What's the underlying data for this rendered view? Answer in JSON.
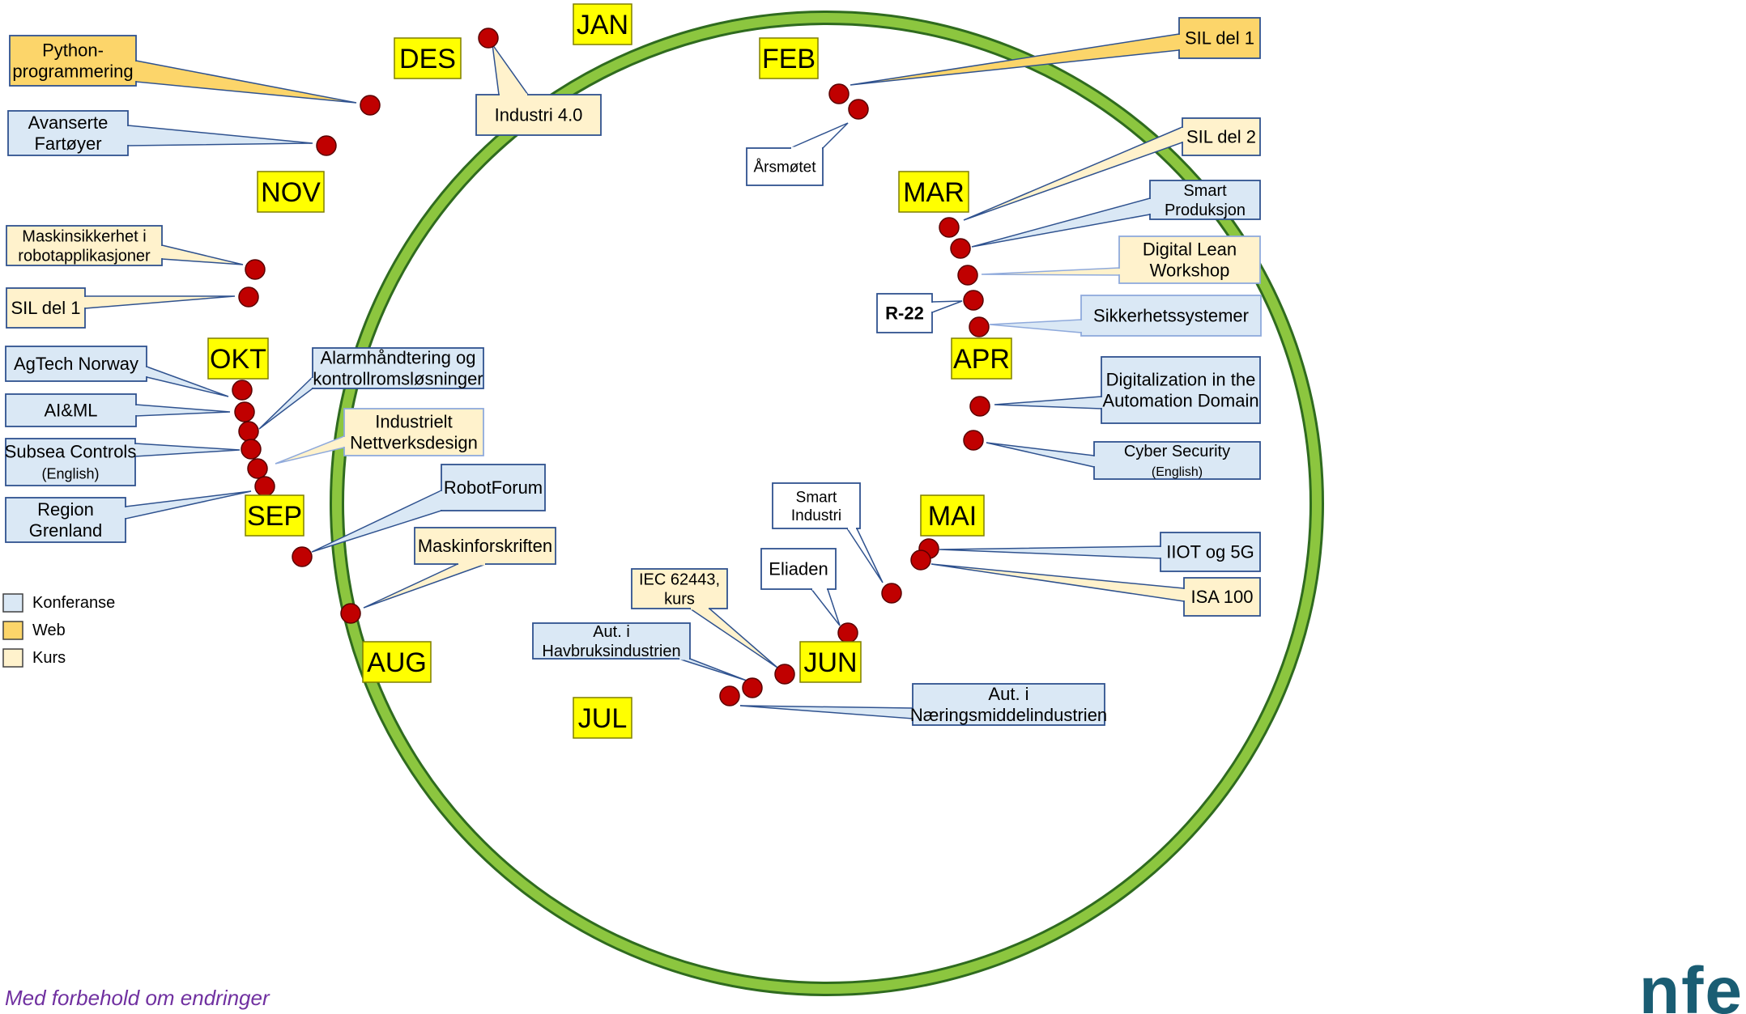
{
  "colors": {
    "ring": "#8cc63f",
    "ring_outline": "#2f6b1f",
    "dot": "#c00000",
    "month_box": "#ffff00",
    "konferanse": "#dae8f5",
    "web": "#fcd56a",
    "kurs": "#fff2cc",
    "plain": "#ffffff",
    "border_dark": "#2f528f",
    "border_light": "#8faadc",
    "footer": "#7030a0",
    "logo": "#1a5d73"
  },
  "months": [
    "JAN",
    "FEB",
    "MAR",
    "APR",
    "MAI",
    "JUN",
    "JUL",
    "AUG",
    "SEP",
    "OKT",
    "NOV",
    "DES"
  ],
  "callouts": [
    {
      "text": [
        "Python-",
        "programmering"
      ],
      "type": "web"
    },
    {
      "text": [
        "Avanserte",
        "Fartøyer"
      ],
      "type": "konferanse"
    },
    {
      "text": [
        "Industri 4.0"
      ],
      "type": "kurs"
    },
    {
      "text": [
        "SIL del 1"
      ],
      "type": "web"
    },
    {
      "text": [
        "Årsmøtet"
      ],
      "type": "plain"
    },
    {
      "text": [
        "SIL del 2"
      ],
      "type": "kurs"
    },
    {
      "text": [
        "Smart",
        "Produksjon"
      ],
      "type": "konferanse"
    },
    {
      "text": [
        "Digital Lean",
        "Workshop"
      ],
      "type": "kurs"
    },
    {
      "text": [
        "R-22"
      ],
      "type": "plain"
    },
    {
      "text": [
        "Sikkerhetssystemer"
      ],
      "type": "konferanse"
    },
    {
      "text": [
        "Digitalization in the",
        "Automation Domain"
      ],
      "type": "konferanse"
    },
    {
      "text": [
        "Cyber Security",
        "(English)"
      ],
      "type": "konferanse"
    },
    {
      "text": [
        "Smart",
        "Industri"
      ],
      "type": "plain"
    },
    {
      "text": [
        "IIOT og 5G"
      ],
      "type": "konferanse"
    },
    {
      "text": [
        "ISA 100"
      ],
      "type": "kurs"
    },
    {
      "text": [
        "Eliaden"
      ],
      "type": "plain"
    },
    {
      "text": [
        "IEC 62443,",
        "kurs"
      ],
      "type": "kurs"
    },
    {
      "text": [
        "Aut. i",
        "Havbruksindustrien"
      ],
      "type": "konferanse"
    },
    {
      "text": [
        "Aut. i",
        "Næringsmiddelindustrien"
      ],
      "type": "konferanse"
    },
    {
      "text": [
        "RobotForum"
      ],
      "type": "konferanse"
    },
    {
      "text": [
        "Maskinforskriften"
      ],
      "type": "kurs"
    },
    {
      "text": [
        "Maskinsikkerhet i",
        "robotapplikasjoner"
      ],
      "type": "kurs"
    },
    {
      "text": [
        "SIL del 1"
      ],
      "type": "kurs"
    },
    {
      "text": [
        "AgTech Norway"
      ],
      "type": "konferanse"
    },
    {
      "text": [
        "Alarmhåndtering og",
        "kontrollromsløsninger"
      ],
      "type": "konferanse"
    },
    {
      "text": [
        "AI&ML"
      ],
      "type": "konferanse"
    },
    {
      "text": [
        "Industrielt",
        "Nettverksdesign"
      ],
      "type": "kurs"
    },
    {
      "text": [
        "Subsea Controls",
        "(English)"
      ],
      "type": "konferanse"
    },
    {
      "text": [
        "Region",
        "Grenland"
      ],
      "type": "konferanse"
    }
  ],
  "legend": [
    {
      "label": "Konferanse",
      "type": "konferanse"
    },
    {
      "label": "Web",
      "type": "web"
    },
    {
      "label": "Kurs",
      "type": "kurs"
    }
  ],
  "footer": "Med forbehold om endringer",
  "logo": "nfe"
}
